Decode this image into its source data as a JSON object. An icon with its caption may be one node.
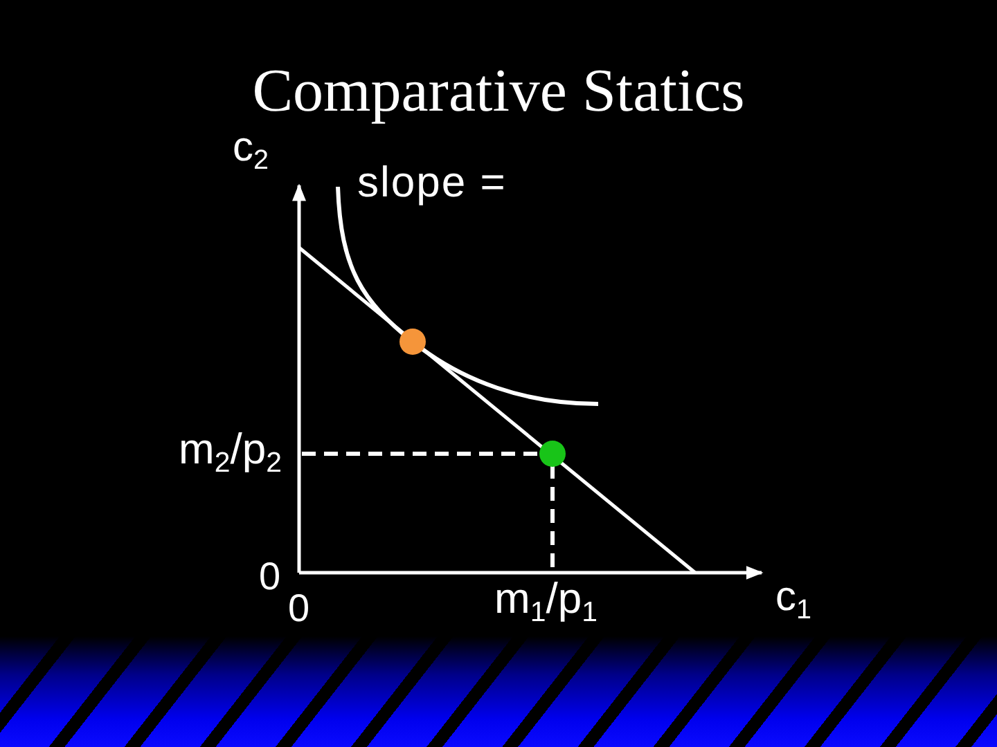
{
  "diagram": {
    "title": "Comparative Statics",
    "labels": [
      "c$_{2}$",
      "slope =",
      "m$_{2}$/p$_{2}$",
      "0",
      "0",
      "m$_{1}$/p$_{1}$",
      "c$_{1}$"
    ]
  }
}
